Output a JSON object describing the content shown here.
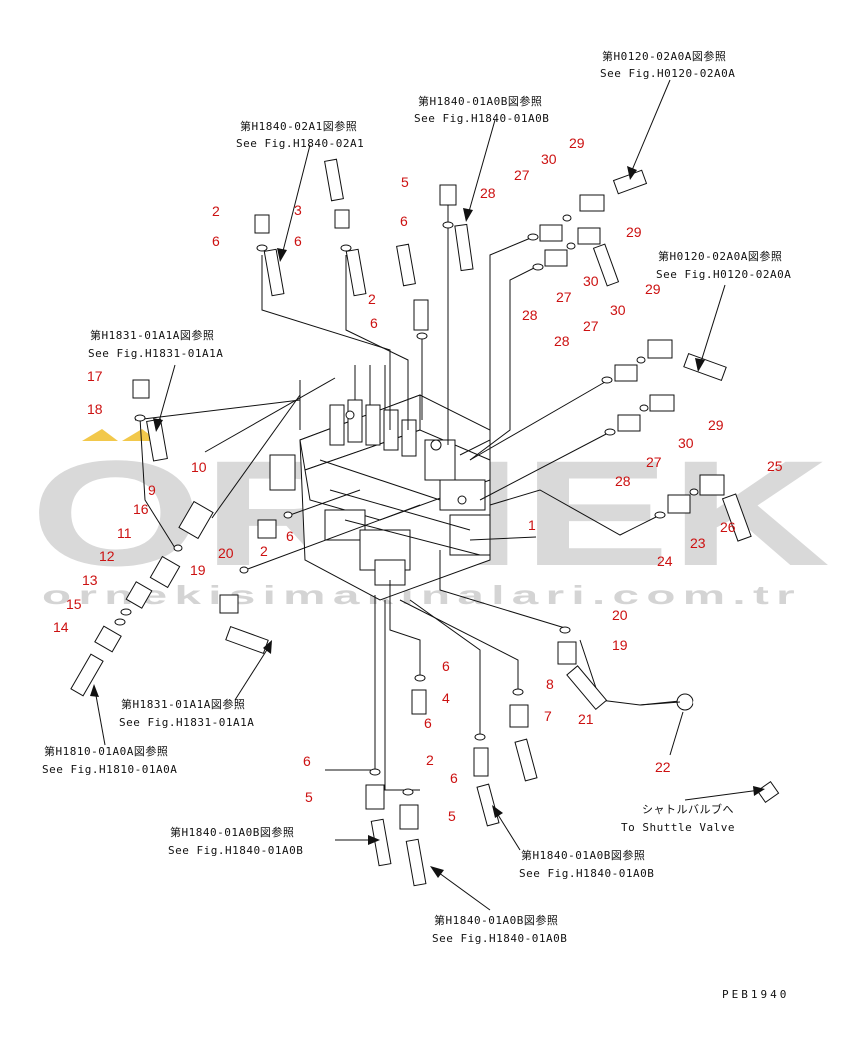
{
  "watermark": {
    "brand": "ORNEK",
    "url": "ornekisimakinalari.com.tr",
    "accent_color": "#f2c84b",
    "text_color": "#d9d9d9"
  },
  "refs": [
    {
      "jp": "第H0120-02A0A図参照",
      "en": "See Fig.H0120-02A0A"
    },
    {
      "jp": "第H1840-01A0B図参照",
      "en": "See Fig.H1840-01A0B"
    },
    {
      "jp": "第H1840-02A1図参照",
      "en": "See Fig.H1840-02A1"
    },
    {
      "jp": "第H0120-02A0A図参照",
      "en": "See Fig.H0120-02A0A"
    },
    {
      "jp": "第H1831-01A1A図参照",
      "en": "See Fig.H1831-01A1A"
    },
    {
      "jp": "第H1831-01A1A図参照",
      "en": "See Fig.H1831-01A1A"
    },
    {
      "jp": "第H1810-01A0A図参照",
      "en": "See Fig.H1810-01A0A"
    },
    {
      "jp": "第H1840-01A0B図参照",
      "en": "See Fig.H1840-01A0B"
    },
    {
      "jp": "第H1840-01A0B図参照",
      "en": "See Fig.H1840-01A0B"
    },
    {
      "jp": "第H1840-01A0B図参照",
      "en": "See Fig.H1840-01A0B"
    }
  ],
  "shuttle": {
    "jp": "シャトルバルブへ",
    "en": "To Shuttle Valve"
  },
  "part_numbers": [
    "1",
    "2",
    "2",
    "2",
    "2",
    "3",
    "4",
    "5",
    "5",
    "5",
    "6",
    "6",
    "6",
    "6",
    "6",
    "6",
    "6",
    "6",
    "6",
    "7",
    "8",
    "9",
    "10",
    "11",
    "12",
    "13",
    "14",
    "15",
    "16",
    "17",
    "18",
    "19",
    "19",
    "20",
    "20",
    "21",
    "22",
    "23",
    "24",
    "25",
    "26",
    "27",
    "27",
    "27",
    "27",
    "28",
    "28",
    "28",
    "28",
    "29",
    "29",
    "29",
    "29",
    "30",
    "30",
    "30",
    "30"
  ],
  "drawing_code": "PEB1940"
}
